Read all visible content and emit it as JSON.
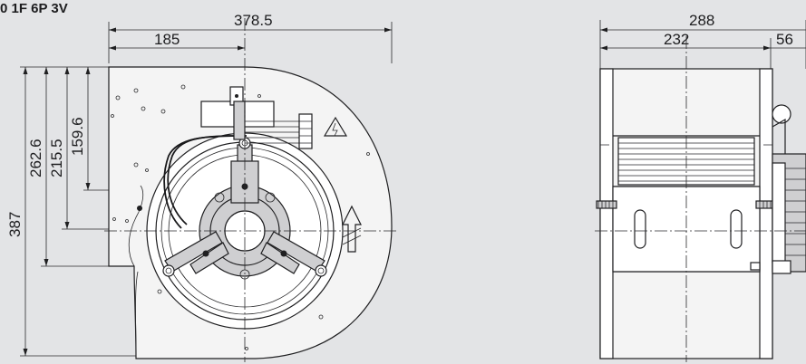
{
  "title": "0 1F 6P 3V",
  "front_view": {
    "overall_width": "378.5",
    "half_width": "185",
    "overall_height": "387",
    "height_1": "262.6",
    "height_2": "215.5",
    "height_3": "159.6"
  },
  "side_view": {
    "overall_width": "288",
    "body_width": "232",
    "extension": "56"
  }
}
